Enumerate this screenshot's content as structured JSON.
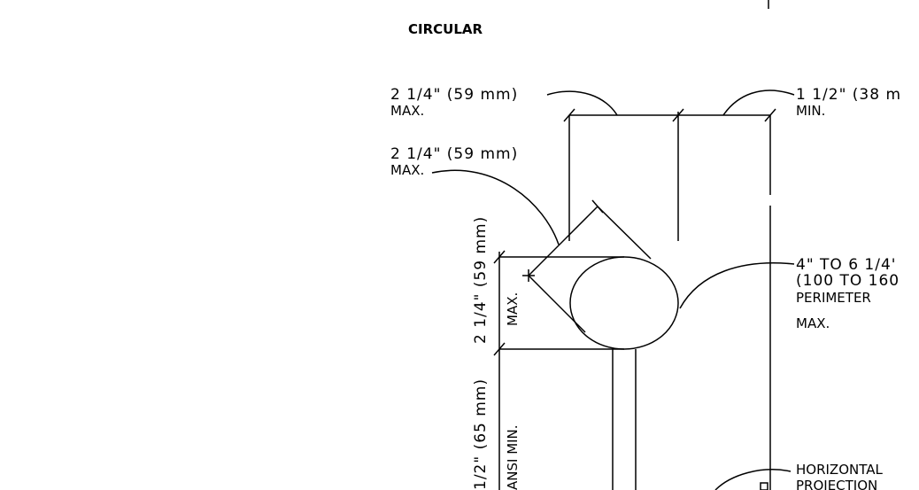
{
  "heading": "CIRCULAR",
  "callouts": {
    "top_left_dimension": "2 1/4\" (59 mm)",
    "top_left_qualifier": "MAX.",
    "top_right_dimension": "1 1/2\" (38 m",
    "top_right_qualifier": "MIN.",
    "diagonal_dimension": "2 1/4\" (59 mm)",
    "diagonal_qualifier": "MAX.",
    "perimeter_line1": "4\" TO 6 1/4'",
    "perimeter_line2": "(100 TO 160",
    "perimeter_line3": "PERIMETER",
    "perimeter_line4": "MAX.",
    "horizontal_line1": "HORIZONTAL",
    "horizontal_line2": "PROJECTION"
  },
  "vertical_dimensions": {
    "upper_dimension": "2 1/4\" (59 mm)",
    "upper_qualifier": "MAX.",
    "lower_dimension": "1/2\" (65 mm)",
    "lower_qualifier": "ANSI MIN."
  }
}
